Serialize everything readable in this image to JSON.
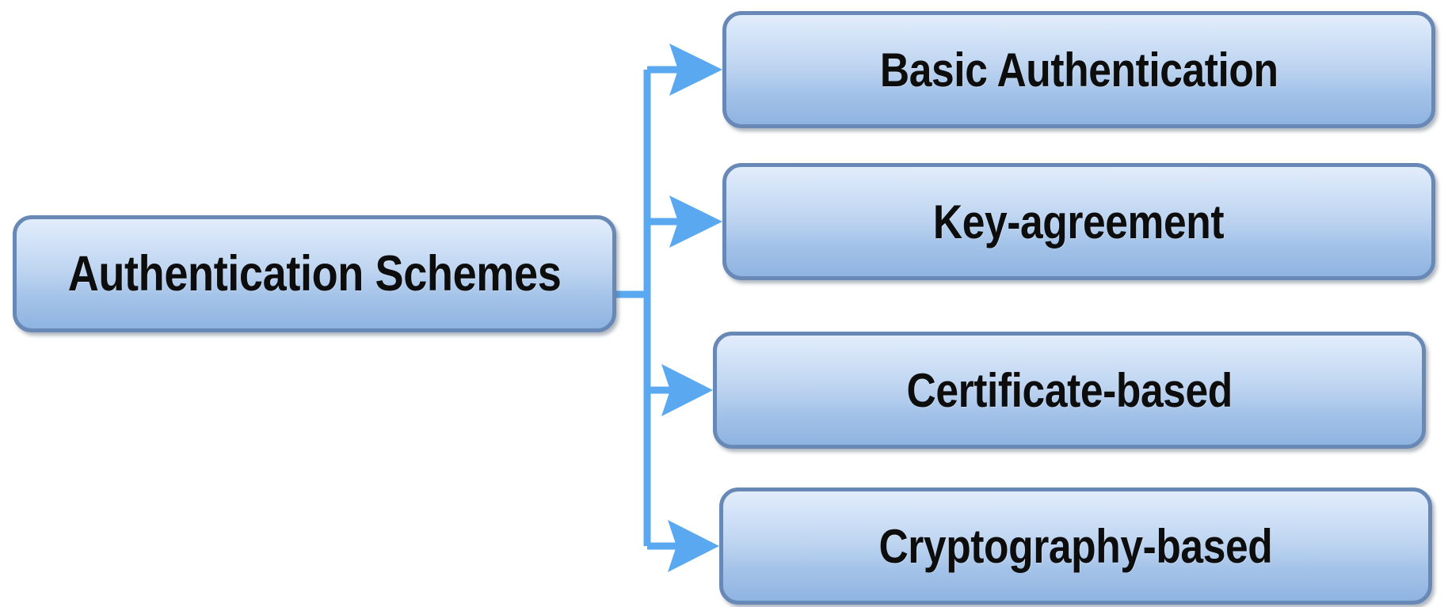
{
  "diagram": {
    "title": "Authentication Schemes",
    "type": "tree-branch-diagram",
    "orientation": "left-to-right",
    "colors": {
      "node_border": "#6888b6",
      "node_fill_top": "#e2edfb",
      "node_fill_bottom": "#8fb4e1",
      "connector": "#5aa9f0",
      "text": "#0d0d0d",
      "background": "#ffffff"
    },
    "root": {
      "label": "Authentication Schemes"
    },
    "branches": [
      {
        "label": "Basic Authentication"
      },
      {
        "label": "Key-agreement"
      },
      {
        "label": "Certificate-based"
      },
      {
        "label": "Cryptography-based"
      }
    ],
    "connector_count": 4
  }
}
